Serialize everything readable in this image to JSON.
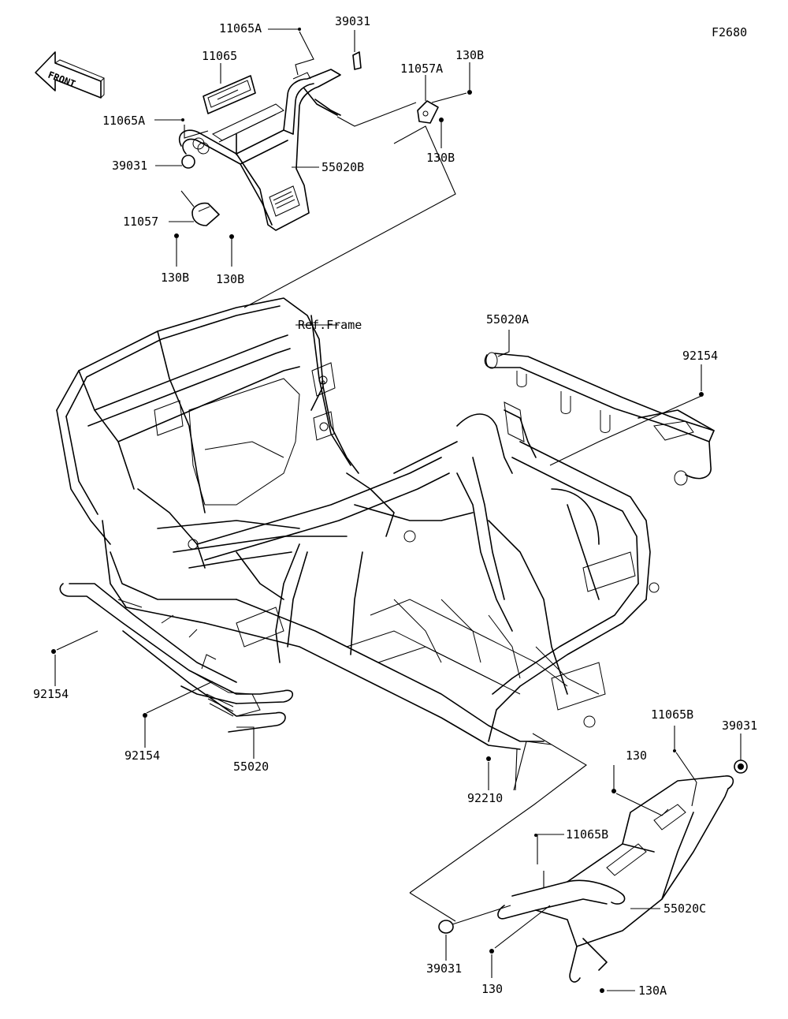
{
  "figure_code": "F2680",
  "front_label": "FRONT",
  "reference_label": "Ref.Frame",
  "callouts": [
    {
      "id": "c1",
      "text": "11065A"
    },
    {
      "id": "c2",
      "text": "39031"
    },
    {
      "id": "c3",
      "text": "11065"
    },
    {
      "id": "c4",
      "text": "130B"
    },
    {
      "id": "c5",
      "text": "11057A"
    },
    {
      "id": "c6",
      "text": "11065A"
    },
    {
      "id": "c7",
      "text": "130B"
    },
    {
      "id": "c8",
      "text": "39031"
    },
    {
      "id": "c9",
      "text": "55020B"
    },
    {
      "id": "c10",
      "text": "11057"
    },
    {
      "id": "c11",
      "text": "130B"
    },
    {
      "id": "c12",
      "text": "130B"
    },
    {
      "id": "c13",
      "text": "55020A"
    },
    {
      "id": "c14",
      "text": "92154"
    },
    {
      "id": "c15",
      "text": "92154"
    },
    {
      "id": "c16",
      "text": "92154"
    },
    {
      "id": "c17",
      "text": "55020"
    },
    {
      "id": "c18",
      "text": "92210"
    },
    {
      "id": "c19",
      "text": "11065B"
    },
    {
      "id": "c20",
      "text": "39031"
    },
    {
      "id": "c21",
      "text": "130"
    },
    {
      "id": "c22",
      "text": "11065B"
    },
    {
      "id": "c23",
      "text": "55020C"
    },
    {
      "id": "c24",
      "text": "39031"
    },
    {
      "id": "c25",
      "text": "130"
    },
    {
      "id": "c26",
      "text": "130A"
    }
  ]
}
